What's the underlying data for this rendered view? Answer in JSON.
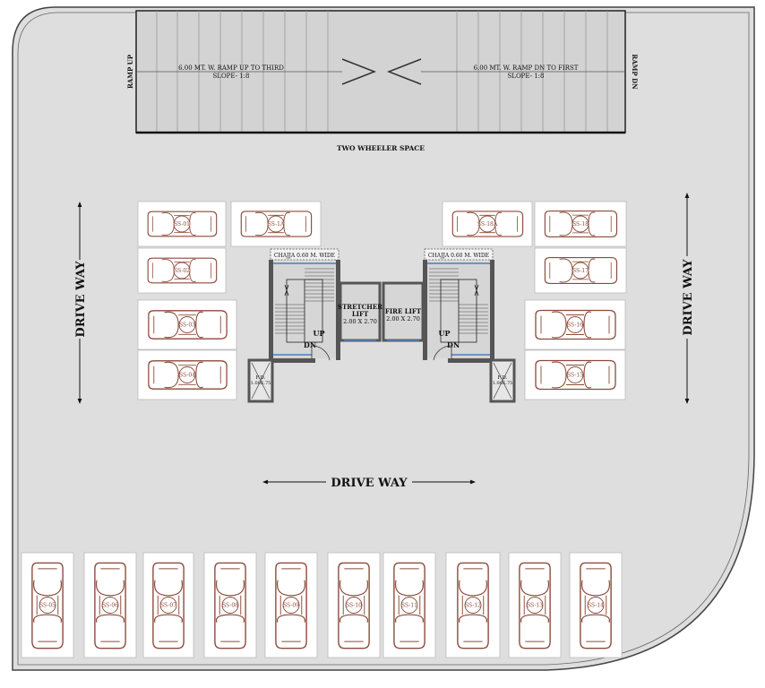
{
  "ramp": {
    "up_label": "6.00 MT. W. RAMP UP TO THIRD",
    "up_slope": "SLOPE- 1:8",
    "dn_label": "6.00 MT. W. RAMP DN TO FIRST",
    "dn_slope": "SLOPE- 1:8",
    "left_side": "RAMP UP",
    "right_side": "RAMP DN"
  },
  "two_wheeler": "TWO WHEELER SPACE",
  "driveway": {
    "left": "DRIVE WAY",
    "right": "DRIVE WAY",
    "center": "DRIVE WAY"
  },
  "core": {
    "chajja_left": "CHAJJA 0.60 M. WIDE",
    "chajja_right": "CHAJJA 0.60 M. WIDE",
    "stretcher_title_1": "STRETCHER",
    "stretcher_title_2": "LIFT",
    "stretcher_size": "2.00 X 2.70",
    "fire_title": "FIRE LIFT",
    "fire_size": "2.00 X 2.70",
    "up_left": "UP",
    "dn_left": "DN",
    "up_right": "UP",
    "dn_right": "DN",
    "duct_left_label": "F.D.",
    "duct_left_size": "1.00X.75",
    "duct_right_label": "F.D.",
    "duct_right_size": "1.00X.75"
  },
  "stalls": [
    {
      "label": "SS-01"
    },
    {
      "label": "SS-1A"
    },
    {
      "label": "SS-02"
    },
    {
      "label": "SS-03"
    },
    {
      "label": "SS-04"
    },
    {
      "label": "SS-18A"
    },
    {
      "label": "SS-18"
    },
    {
      "label": "SS-17"
    },
    {
      "label": "SS-16"
    },
    {
      "label": "SS-15"
    },
    {
      "label": "SS-05"
    },
    {
      "label": "SS-06"
    },
    {
      "label": "SS-07"
    },
    {
      "label": "SS-08"
    },
    {
      "label": "SS-09"
    },
    {
      "label": "SS-10"
    },
    {
      "label": "SS-11"
    },
    {
      "label": "SS-12"
    },
    {
      "label": "SS-13"
    },
    {
      "label": "SS-14"
    }
  ],
  "colors": {
    "floor": "#dedede",
    "car": "#8c4a3a",
    "wall": "#555555",
    "glass": "#4a7fc1"
  }
}
